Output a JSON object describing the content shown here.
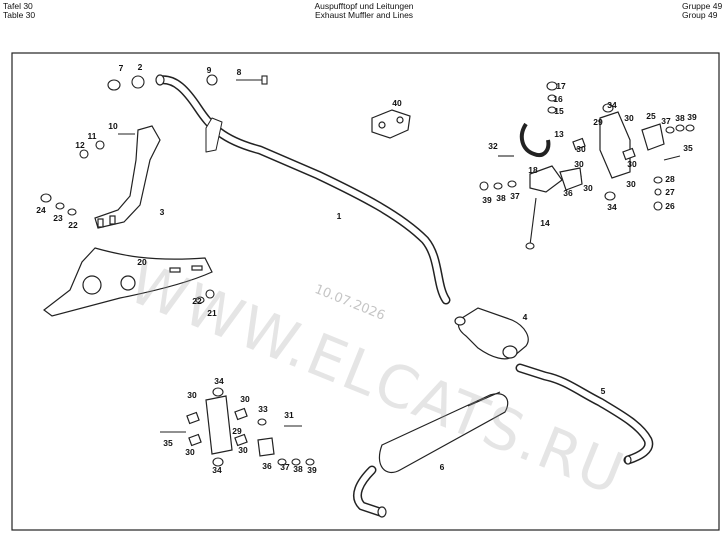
{
  "header": {
    "left": [
      "Tafel 30",
      "Table 30"
    ],
    "center": [
      "Auspufftopf und Leitungen",
      "Exhaust Muffler and Lines"
    ],
    "right": [
      "Gruppe 49",
      "Group 49"
    ]
  },
  "watermark": {
    "main": "WWW.ELCATS.RU",
    "date": "10.07.2026"
  },
  "part_numbers": [
    "7",
    "2",
    "9",
    "8",
    "40",
    "17",
    "16",
    "15",
    "13",
    "10",
    "11",
    "12",
    "32",
    "18",
    "36",
    "30",
    "29",
    "34",
    "25",
    "37",
    "38",
    "39",
    "35",
    "28",
    "27",
    "26",
    "3",
    "1",
    "14",
    "24",
    "23",
    "22",
    "20",
    "21",
    "4",
    "5",
    "6",
    "31",
    "33"
  ]
}
